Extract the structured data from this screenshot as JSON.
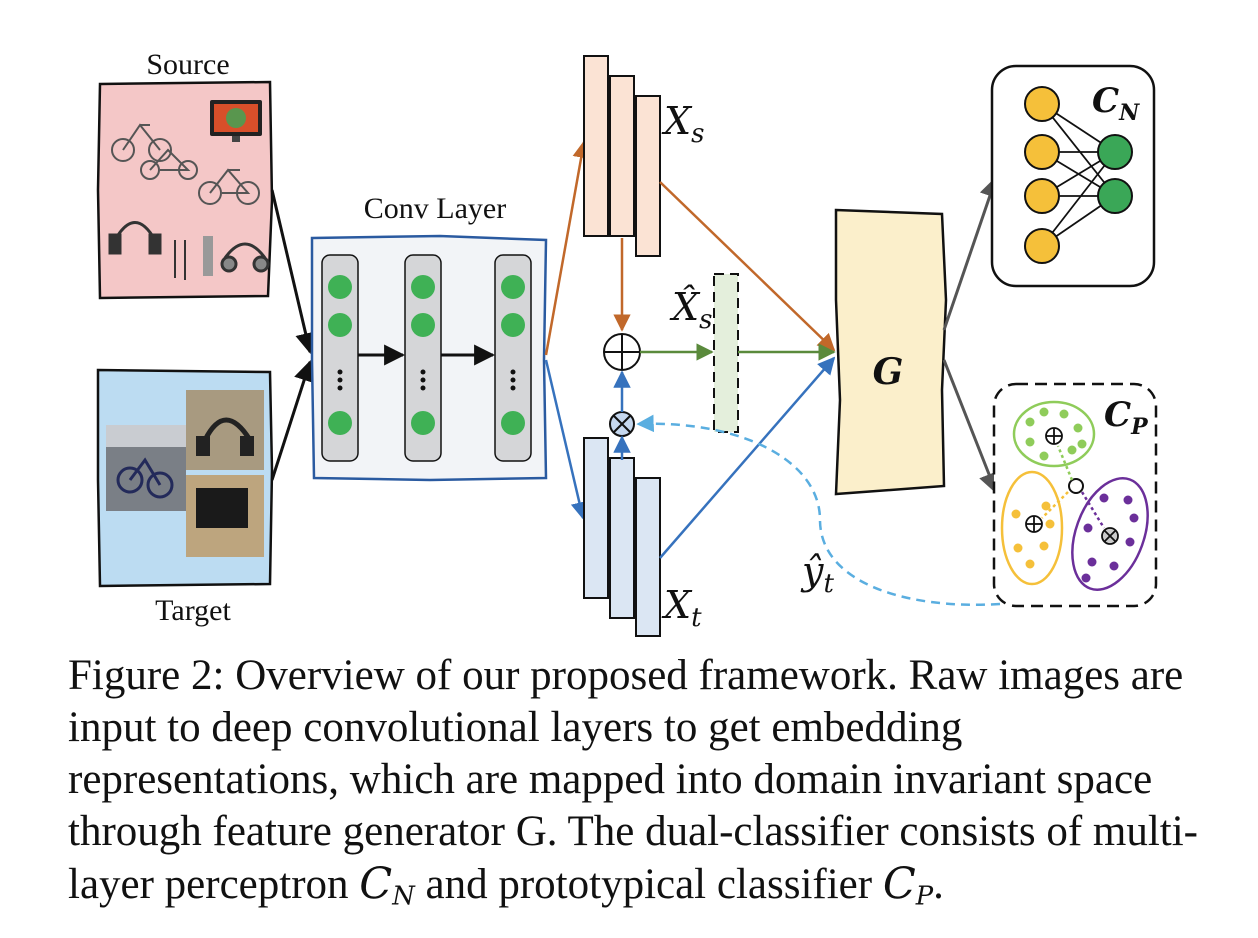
{
  "labels": {
    "source": "Source",
    "target": "Target",
    "conv_layer": "Conv Layer",
    "xs": "X",
    "xs_sub": "s",
    "xs_hat": "X̂",
    "xs_hat_sub": "s",
    "xt": "X",
    "xt_sub": "t",
    "yt_hat": "ŷ",
    "yt_hat_sub": "t",
    "g": "G",
    "cn": "C",
    "cn_sub": "N",
    "cp": "C",
    "cp_sub": "P"
  },
  "caption": {
    "text": "Figure 2: Overview of our proposed framework. Raw images are input to deep convolutional layers to get embedding representations, which are mapped into domain invariant space through feature generator G. The dual-classifier consists of multi-layer perceptron ",
    "cn_main": "C",
    "cn_sub": "N",
    "middle": " and prototypical classifier ",
    "cp_main": "C",
    "cp_sub": "P",
    "end": "."
  },
  "colors": {
    "source_bg": "#f4c7c7",
    "target_bg": "#bcdcf2",
    "source_feature": "#fbe3d4",
    "target_feature": "#dbe6f3",
    "masked_feature": "#e4efdc",
    "generator": "#fbefcb",
    "orange_arrow": "#c1682a",
    "blue_arrow": "#3672bd",
    "green_arrow": "#5a8a3c",
    "dashed_arrow": "#5aaee0",
    "node_yellow": "#f5c03a",
    "node_green": "#3aa757",
    "light_green": "#8fcc5a",
    "purple": "#6b2f9a",
    "conv_node": "#3fb155"
  }
}
